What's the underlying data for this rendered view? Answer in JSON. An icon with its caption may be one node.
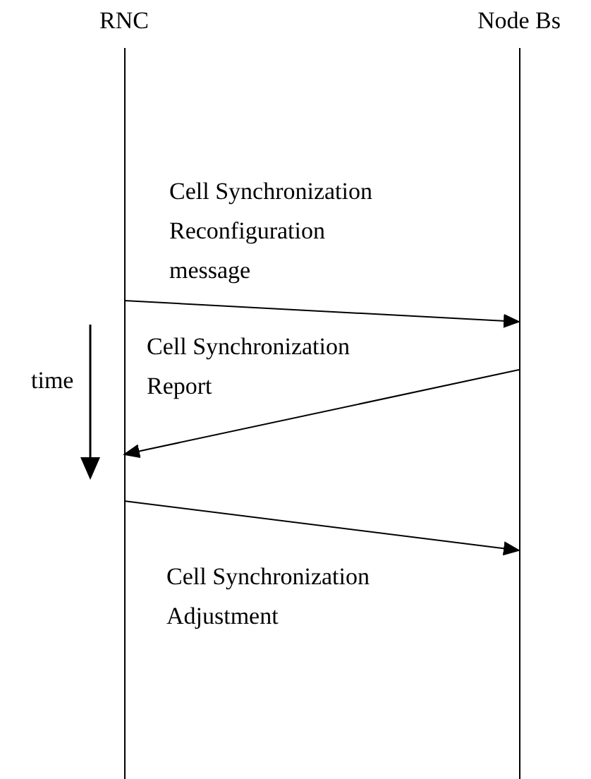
{
  "diagram": {
    "nodes": [
      {
        "text": [
          "RNC"
        ]
      },
      {
        "text": [
          "Node Bs"
        ]
      }
    ],
    "edges": [
      {
        "from": 0,
        "to": 1,
        "arrow": "to",
        "label": "Cell Synchronization Reconfiguration message"
      },
      {
        "from": 1,
        "to": 0,
        "arrow": "to",
        "label": "Cell Synchronization Report"
      },
      {
        "from": 0,
        "to": 1,
        "arrow": "to",
        "label": "Cell Synchronization Adjustment"
      }
    ],
    "labels": [
      "time"
    ]
  }
}
